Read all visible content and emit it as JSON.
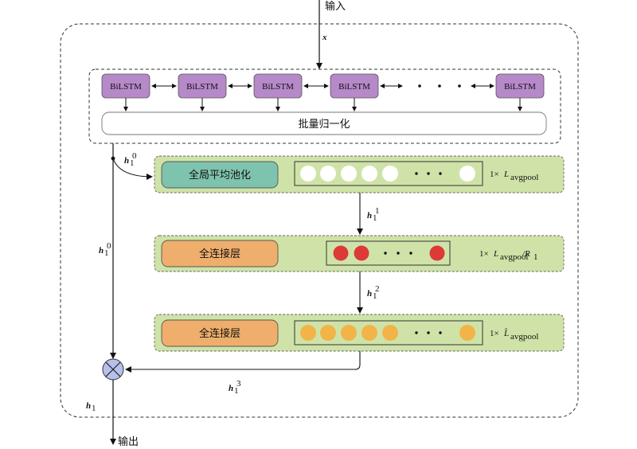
{
  "input_label": "输入",
  "output_label": "输出",
  "x_label": "x",
  "bilstm_label": "BiLSTM",
  "batchnorm_label": "批量归一化",
  "stage1_label": "全局平均池化",
  "stage2_label": "全连接层",
  "stage3_label": "全连接层",
  "dim1": {
    "prefix": "1×",
    "var": "L",
    "sub": "avgpool",
    "suffix": ""
  },
  "dim2": {
    "prefix": "1×",
    "var": "L",
    "sub": "avgpool",
    "suffix": "/R",
    "suffix_sub": "1"
  },
  "dim3": {
    "prefix": "1×",
    "var": "L̂",
    "sub": "avgpool",
    "suffix": ""
  },
  "h_main": {
    "var": "h",
    "sub": "1"
  },
  "h0": {
    "var": "h",
    "sub": "1",
    "sup": "0"
  },
  "h0_side": {
    "var": "h",
    "sub": "1",
    "sup": "0"
  },
  "h1": {
    "var": "h",
    "sub": "1",
    "sup": "1"
  },
  "h2": {
    "var": "h",
    "sub": "1",
    "sup": "2"
  },
  "h3": {
    "var": "h",
    "sub": "1",
    "sup": "3"
  },
  "dots": "• • •",
  "colors": {
    "bilstm": "#b689c9",
    "pool": "#7ec3ad",
    "fc": "#efae6c",
    "stage_bg": "#cfe3a8",
    "red_circle": "#dd3a37",
    "yellow_circle": "#f2b448",
    "white_circle": "#ffffff",
    "multiply": "#b7c0ea"
  }
}
